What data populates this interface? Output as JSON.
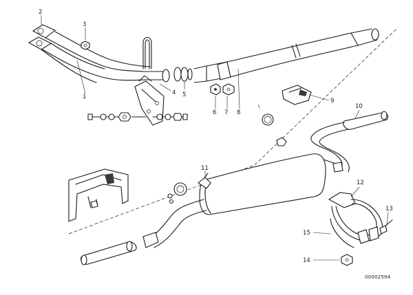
{
  "diagram": {
    "callouts": {
      "c1": "1",
      "c2": "2",
      "c3": "3",
      "c4": "4",
      "c5": "5",
      "c6": "6",
      "c7": "7",
      "c8": "8",
      "c9": "9",
      "c10": "10",
      "c11": "11",
      "c12": "12",
      "c13": "13",
      "c14": "14",
      "c15": "15"
    },
    "drawing_number": "00002594",
    "colors": {
      "line": "#1a1a1a",
      "background": "#ffffff"
    }
  }
}
